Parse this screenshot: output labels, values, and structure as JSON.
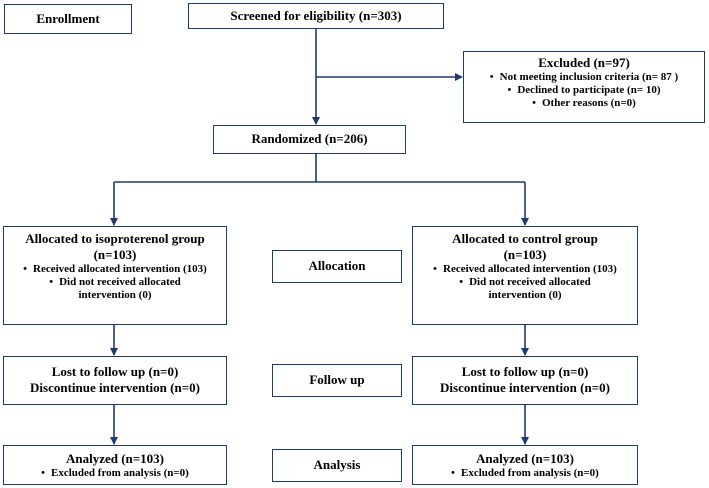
{
  "enrollment_label": "Enrollment",
  "screened": "Screened for eligibility (n=303)",
  "excluded": {
    "title": "Excluded (n=97)",
    "items": [
      "Not meeting inclusion criteria (n= 87 )",
      "Declined to participate (n= 10)",
      "Other reasons (n=0)"
    ]
  },
  "randomized": "Randomized (n=206)",
  "stage_labels": {
    "allocation": "Allocation",
    "follow_up": "Follow up",
    "analysis": "Analysis"
  },
  "left_arm": {
    "allocation": {
      "title_line1": "Allocated to isoproterenol group",
      "title_line2": "(n=103)",
      "item1": "Received allocated intervention (103)",
      "item2_line1": "Did not received allocated",
      "item2_line2": "intervention (0)"
    },
    "follow_up": {
      "line1": "Lost to follow up (n=0)",
      "line2": "Discontinue intervention (n=0)"
    },
    "analysis": {
      "title": "Analyzed (n=103)",
      "item": "Excluded from analysis (n=0)"
    }
  },
  "right_arm": {
    "allocation": {
      "title_line1": "Allocated to control group",
      "title_line2": "(n=103)",
      "item1": "Received allocated intervention (103)",
      "item2_line1": "Did not received allocated",
      "item2_line2": "intervention (0)"
    },
    "follow_up": {
      "line1": "Lost to follow up (n=0)",
      "line2": "Discontinue intervention (n=0)"
    },
    "analysis": {
      "title": "Analyzed (n=103)",
      "item": "Excluded from analysis (n=0)"
    }
  },
  "colors": {
    "border": "#1f3b6e",
    "line": "#1f3b6e",
    "text": "#000000"
  }
}
